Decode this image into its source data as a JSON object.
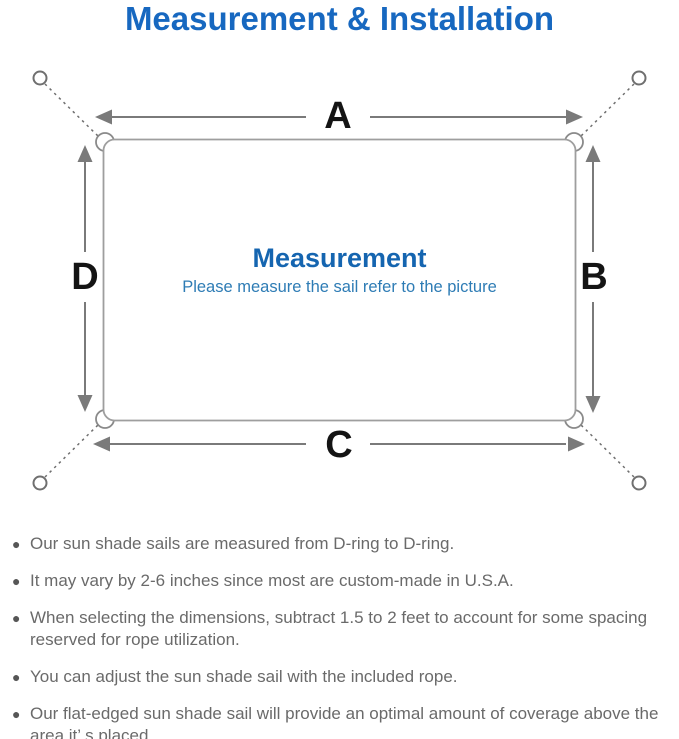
{
  "title": "Measurement & Installation",
  "diagram": {
    "label_a": "A",
    "label_b": "B",
    "label_c": "C",
    "label_d": "D",
    "center_title": "Measurement",
    "center_subtitle": "Please measure the sail refer to the picture",
    "colors": {
      "title_blue": "#1768c0",
      "center_blue": "#1565b0",
      "subtitle_blue": "#2e7cb5",
      "line_gray": "#7a7a7a",
      "outline_gray": "#9e9e9e",
      "label_black": "#141414"
    }
  },
  "notes": {
    "bullet_glyph": "●",
    "items": [
      {
        "text": "Our sun shade sails are measured from D-ring to D-ring."
      },
      {
        "text": "It may vary by 2-6 inches since most are custom-made in U.S.A."
      },
      {
        "text": "When selecting the dimensions, subtract 1.5 to 2 feet to account for some spacing reserved for rope utilization."
      },
      {
        "text": "You can adjust the sun shade sail with the included rope."
      },
      {
        "text": "Our flat-edged sun shade sail will provide an optimal amount of coverage above the area it’ s placed."
      }
    ]
  }
}
